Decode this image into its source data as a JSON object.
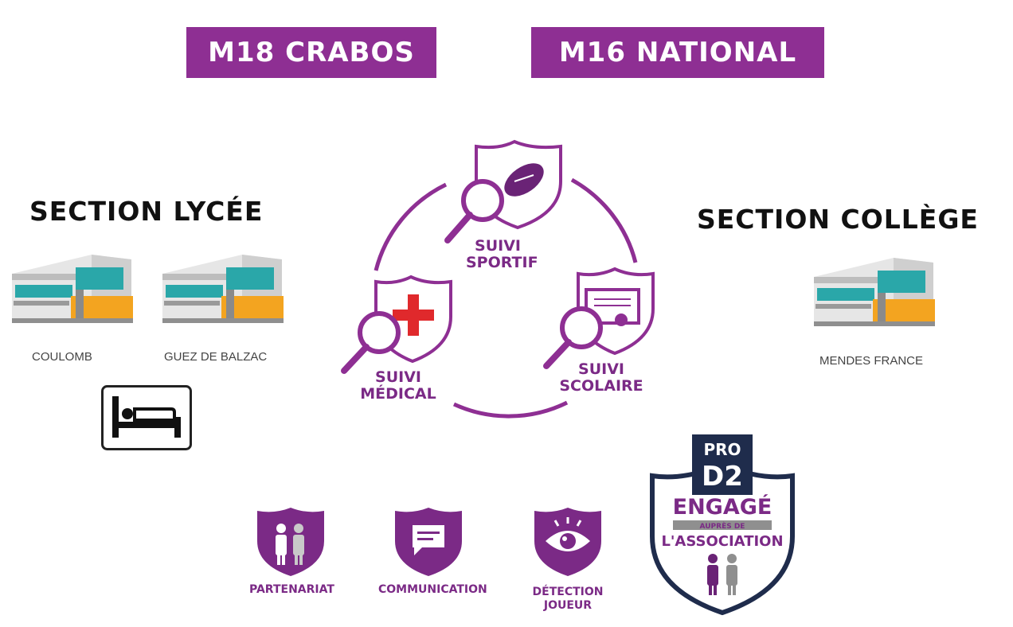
{
  "banners": {
    "m18": "M18 CRABOS",
    "m16": "M16 NATIONAL"
  },
  "lycee": {
    "title": "SECTION LYCÉE",
    "schools": [
      "COULOMB",
      "GUEZ DE BALZAC"
    ],
    "boarding_icon": "bed-icon"
  },
  "college": {
    "title": "SECTION COLLÈGE",
    "schools": [
      "MENDES FRANCE"
    ]
  },
  "suivi": {
    "sportif": [
      "SUIVI",
      "SPORTIF"
    ],
    "medical": [
      "SUIVI",
      "MÉDICAL"
    ],
    "scolaire": [
      "SUIVI",
      "SCOLAIRE"
    ]
  },
  "bottom": {
    "partenariat": "PARTENARIAT",
    "communication": "COMMUNICATION",
    "detection": [
      "DÉTECTION",
      "JOUEUR"
    ]
  },
  "badge": {
    "pro": "PRO",
    "d2": "D2",
    "engage": "ENGAGÉ",
    "aupres": "AUPRÈS DE",
    "association": "L'ASSOCIATION"
  },
  "colors": {
    "purple": "#8e2f93",
    "dark_purple": "#6a2376",
    "red": "#e0292c",
    "navy": "#1f2c4c",
    "teal": "#2aa7a9",
    "orange": "#f3a420"
  }
}
